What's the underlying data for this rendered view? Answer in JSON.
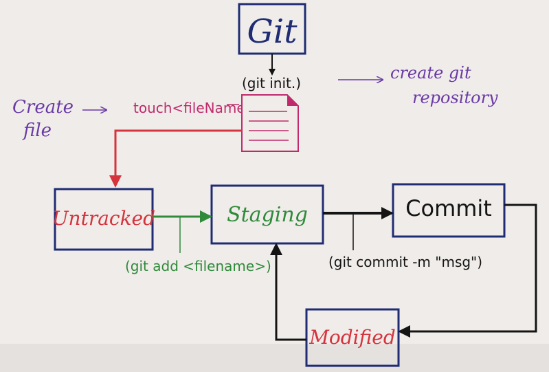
{
  "colors": {
    "paper": "#efece9",
    "navy": "#1f2c74",
    "red": "#d5333d",
    "green": "#2f8a3a",
    "pink": "#c02a6c",
    "purple": "#6a3aa6",
    "black": "#141414"
  },
  "diagram": {
    "git_logo": "Git",
    "git_init": "(git init.)",
    "create_repo_line1": "create git",
    "create_repo_line2": "repository",
    "create_file_line1": "Create",
    "create_file_line2": "file",
    "touch_cmd": "touch<fileName>",
    "untracked": "Untracked",
    "staging": "Staging",
    "commit": "Commit",
    "modified": "Modified",
    "git_add": "(git add <filename>)",
    "git_commit": "(git commit -m \"msg\")"
  }
}
